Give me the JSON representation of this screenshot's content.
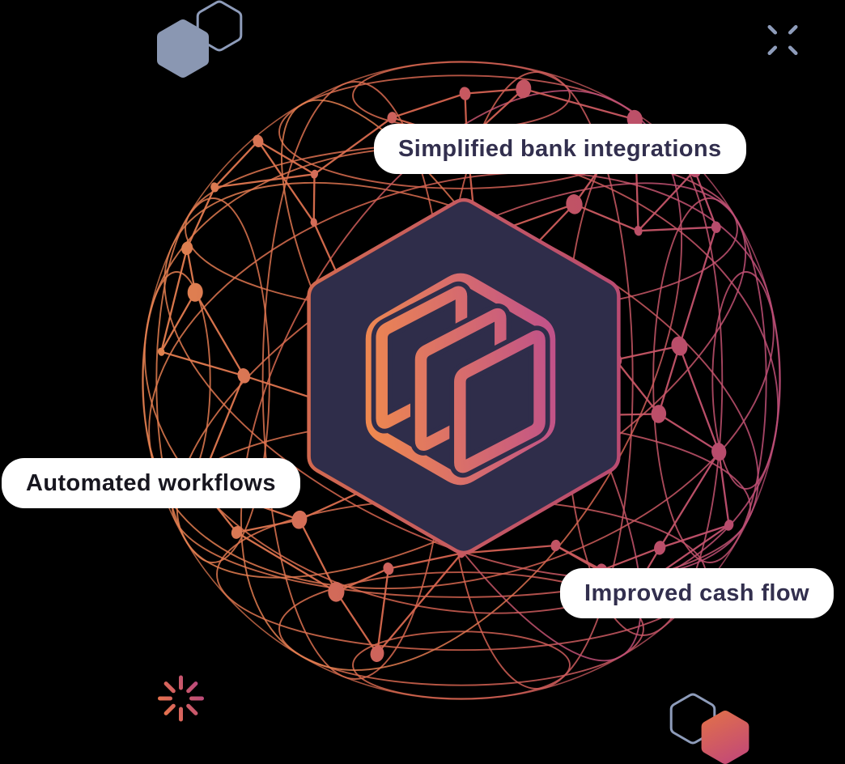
{
  "page": {
    "background_color": "#000000",
    "description": "Hero diagram: network globe with central hexagon brand logo and three feature labels"
  },
  "labels": {
    "bank_integrations": {
      "text": "Simplified bank integrations"
    },
    "automated_workflows": {
      "text": "Automated workflows"
    },
    "cash_flow": {
      "text": "Improved cash flow"
    }
  },
  "icons": [
    "brand-cube-hexagon-logo",
    "network-globe",
    "hexagon-decoration-top-left",
    "sparkle-icon-top-right",
    "spinner-icon-bottom-left",
    "hexagon-decoration-bottom-right"
  ],
  "colors": {
    "background": "#000000",
    "card_fill": "#2F2D4A",
    "card_border_start": "#D2694F",
    "card_border_end": "#B94B72",
    "logo_gradient_start": "#F08A4D",
    "logo_gradient_end": "#BE4F8C",
    "globe_gradient": [
      "#E58050",
      "#D4624F",
      "#BE4E78"
    ],
    "node_gradient": [
      "#E2854E",
      "#C75860",
      "#B4496F"
    ],
    "pill_background": "#FFFFFF",
    "pill_text_navy": "#322F4E",
    "pill_text_dark": "#17161F",
    "decor_blue": "#8E9CBA",
    "decor_blue_fill": "#8A97B2",
    "decor_hex_gradient": [
      "#E06F4B",
      "#C24878"
    ],
    "spinner_gradient": [
      "#E8744A",
      "#B8487E"
    ]
  }
}
